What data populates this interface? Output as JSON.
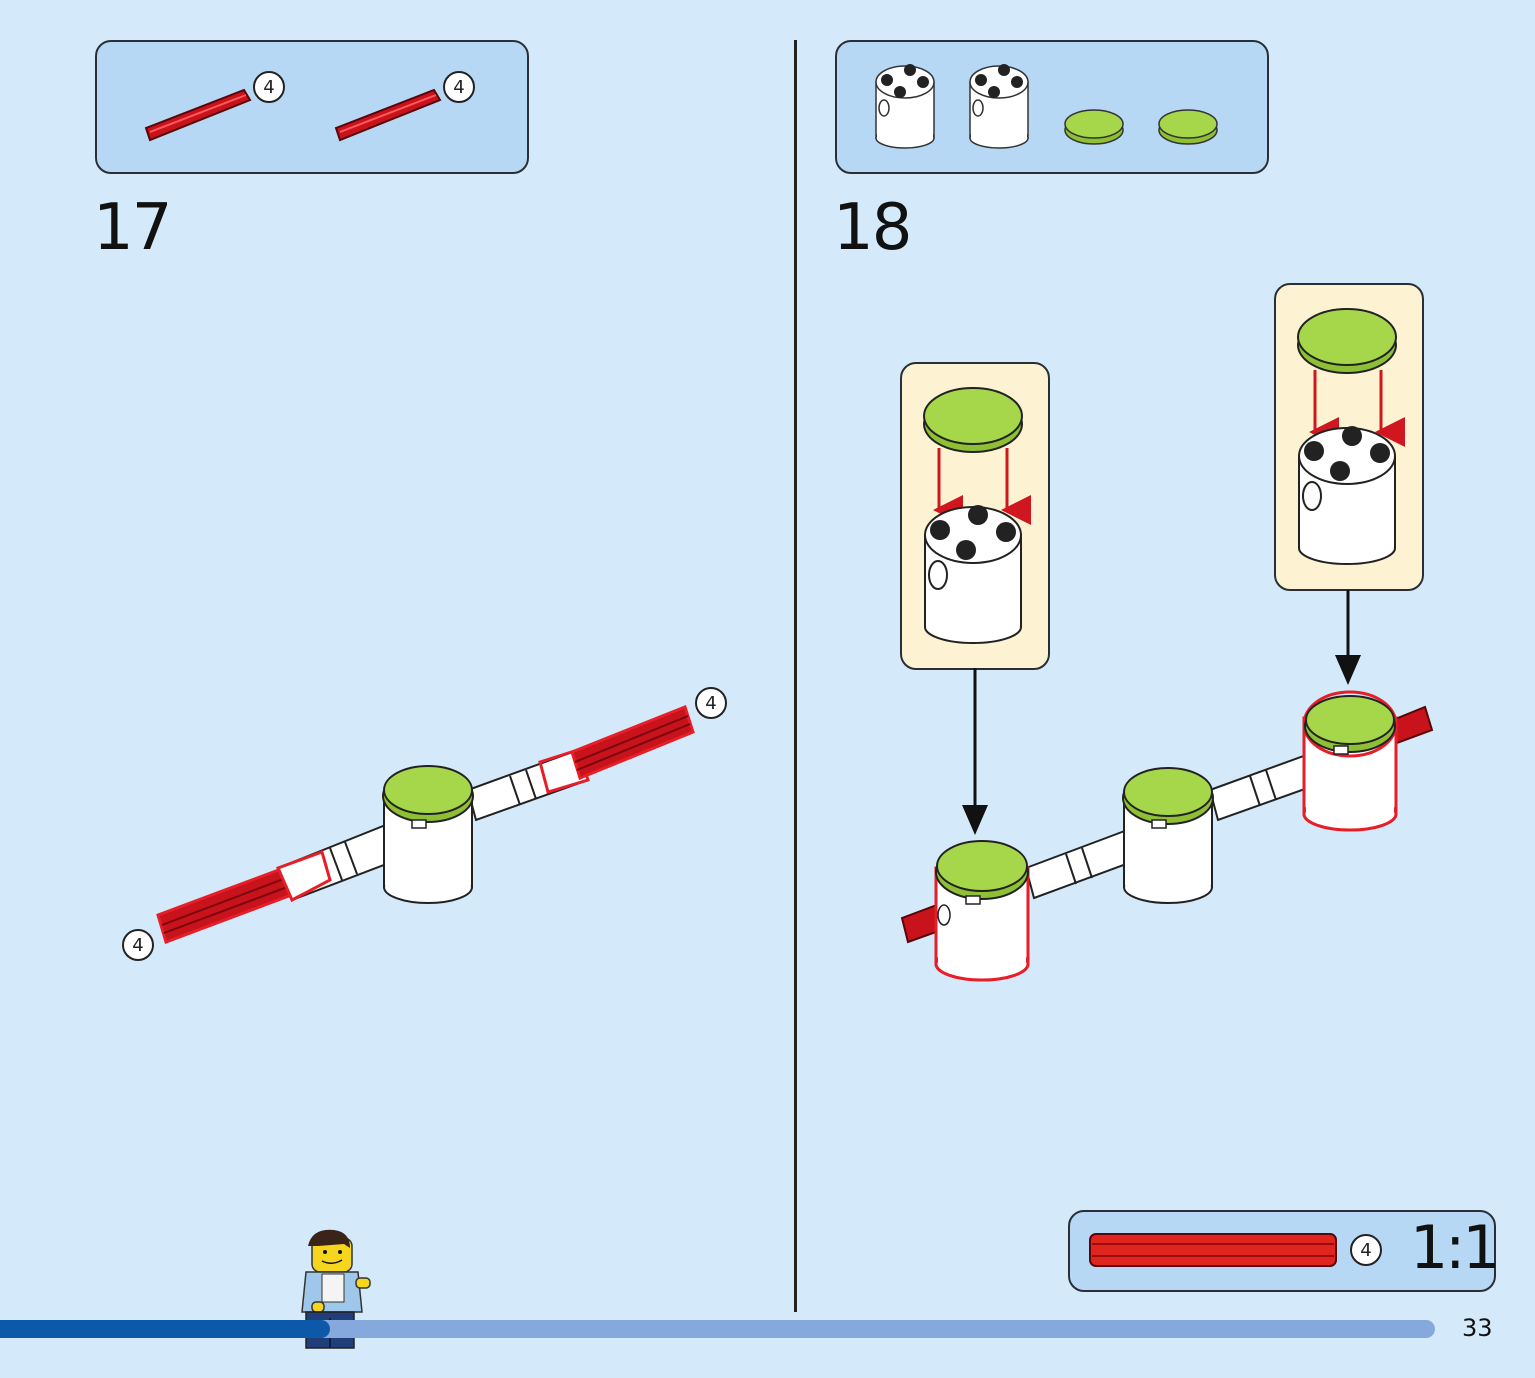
{
  "steps": [
    {
      "number": "17",
      "parts": [
        {
          "part": "red axle",
          "qty": "4"
        },
        {
          "part": "red axle",
          "qty": "4"
        }
      ],
      "callouts": [
        "4",
        "4"
      ]
    },
    {
      "number": "18",
      "parts": [
        {
          "part": "white round brick 2x2"
        },
        {
          "part": "white round brick 2x2"
        },
        {
          "part": "lime round tile 2x2"
        },
        {
          "part": "lime round tile 2x2"
        }
      ]
    }
  ],
  "scale_ref": {
    "qty": "4",
    "label": "1:1"
  },
  "page_number": "33",
  "progress": 0.23,
  "colors": {
    "background": "#d4eafb",
    "parts_box": "#b6d8f5",
    "callout": "#fdf3d3",
    "axle_red": "#c8121c",
    "tile_lime": "#a6d64a",
    "progress_fill": "#0b59a8",
    "progress_track": "#86a9dd"
  }
}
